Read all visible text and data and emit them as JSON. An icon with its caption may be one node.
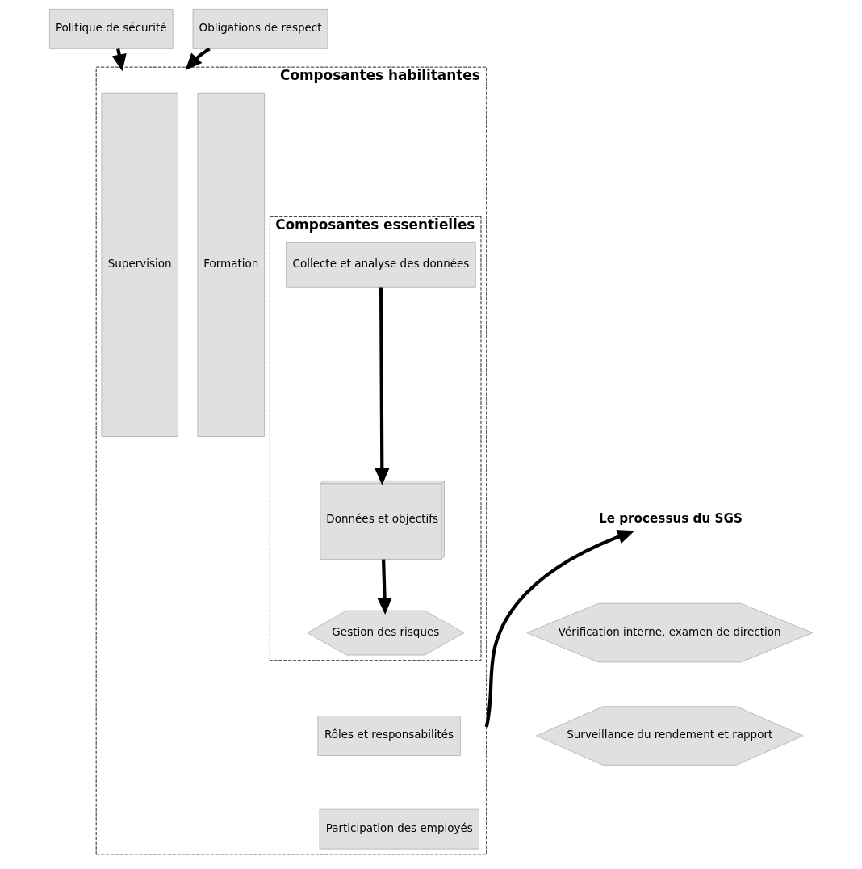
{
  "diagram": {
    "nodes": [
      {
        "text": [
          "Politique de sécurité"
        ]
      },
      {
        "text": [
          "Obligations de respect"
        ]
      },
      {
        "text": [
          "Composantes habilitantes"
        ]
      },
      {
        "text": [
          "Supervision"
        ],
        "in": 2
      },
      {
        "text": [
          "Formation"
        ],
        "in": 2
      },
      {
        "text": [
          "Composantes essentielles"
        ],
        "in": 2
      },
      {
        "text": [
          "Collecte et analyse des données"
        ],
        "in": 5
      },
      {
        "text": [
          "Données et objectifs"
        ],
        "in": 5
      },
      {
        "text": [
          "Gestion des risques"
        ],
        "in": 5
      },
      {
        "text": [
          "Rôles et responsabilités"
        ],
        "in": 2
      },
      {
        "text": [
          "Participation des employés"
        ],
        "in": 2
      },
      {
        "text": [
          "Le processus du SGS"
        ]
      },
      {
        "text": [
          "Vérification interne, examen de direction"
        ]
      },
      {
        "text": [
          "Surveillance du rendement et rapport"
        ]
      }
    ],
    "edges": [
      {
        "from": 0,
        "to": 2,
        "arrow": "to"
      },
      {
        "from": 1,
        "to": 2,
        "arrow": "to"
      },
      {
        "from": 6,
        "to": 7,
        "arrow": "to"
      },
      {
        "from": 7,
        "to": 8,
        "arrow": "to"
      },
      {
        "from": 2,
        "to": 11,
        "arrow": "to"
      }
    ]
  }
}
